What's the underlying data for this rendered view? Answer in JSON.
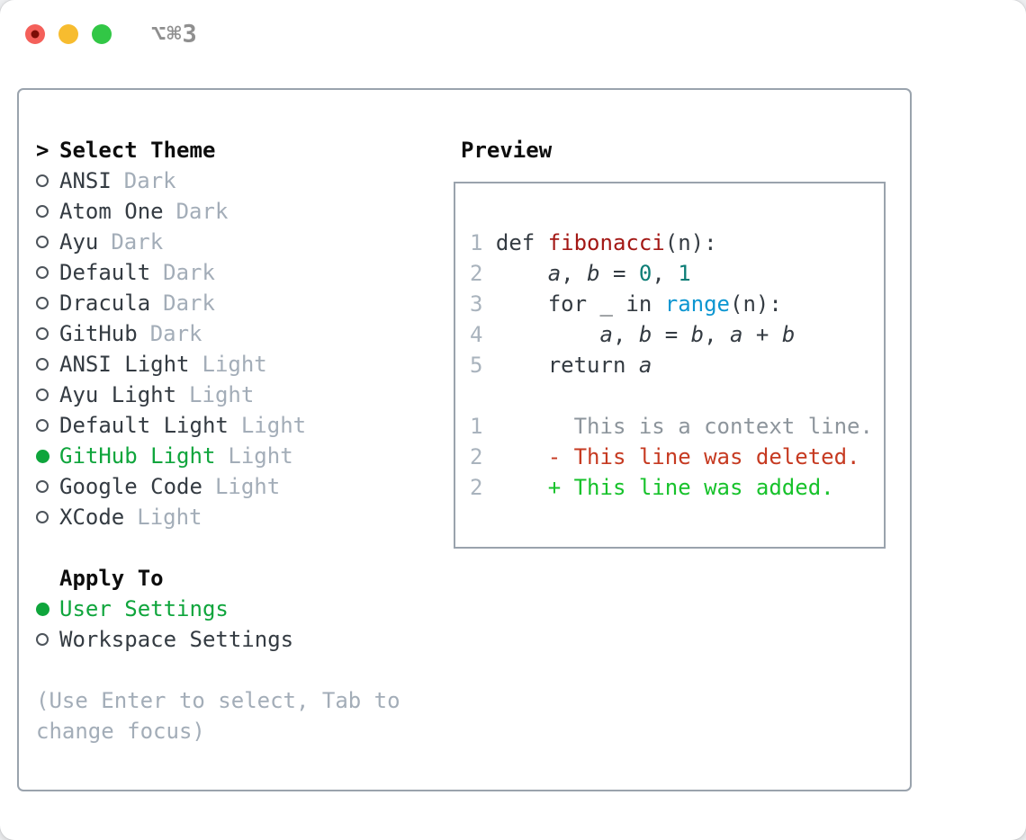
{
  "window": {
    "title": "⌥⌘3"
  },
  "theme_list": {
    "cursor_glyph": ">",
    "header": "Select Theme",
    "items": [
      {
        "name": "ANSI",
        "tag": "Dark",
        "selected": false
      },
      {
        "name": "Atom One",
        "tag": "Dark",
        "selected": false
      },
      {
        "name": "Ayu",
        "tag": "Dark",
        "selected": false
      },
      {
        "name": "Default",
        "tag": "Dark",
        "selected": false
      },
      {
        "name": "Dracula",
        "tag": "Dark",
        "selected": false
      },
      {
        "name": "GitHub",
        "tag": "Dark",
        "selected": false
      },
      {
        "name": "ANSI Light",
        "tag": "Light",
        "selected": false
      },
      {
        "name": "Ayu Light",
        "tag": "Light",
        "selected": false
      },
      {
        "name": "Default Light",
        "tag": "Light",
        "selected": false
      },
      {
        "name": "GitHub Light",
        "tag": "Light",
        "selected": true
      },
      {
        "name": "Google Code",
        "tag": "Light",
        "selected": false
      },
      {
        "name": "XCode",
        "tag": "Light",
        "selected": false
      }
    ]
  },
  "apply_to": {
    "header": "Apply To",
    "options": [
      {
        "name": "User Settings",
        "selected": true
      },
      {
        "name": "Workspace Settings",
        "selected": false
      }
    ]
  },
  "help_text": "(Use Enter to select, Tab to change focus)",
  "preview": {
    "header": "Preview",
    "lines": [
      {
        "num": "1",
        "tokens": [
          {
            "t": "def ",
            "s": "plain"
          },
          {
            "t": "fibonacci",
            "s": "func"
          },
          {
            "t": "(n):",
            "s": "plain"
          }
        ]
      },
      {
        "num": "2",
        "tokens": [
          {
            "t": "    ",
            "s": "plain"
          },
          {
            "t": "a",
            "s": "var"
          },
          {
            "t": ", ",
            "s": "plain"
          },
          {
            "t": "b",
            "s": "var"
          },
          {
            "t": " = ",
            "s": "plain"
          },
          {
            "t": "0",
            "s": "num"
          },
          {
            "t": ", ",
            "s": "plain"
          },
          {
            "t": "1",
            "s": "num"
          }
        ]
      },
      {
        "num": "3",
        "tokens": [
          {
            "t": "    for _ in ",
            "s": "plain"
          },
          {
            "t": "range",
            "s": "builtin"
          },
          {
            "t": "(n):",
            "s": "plain"
          }
        ]
      },
      {
        "num": "4",
        "tokens": [
          {
            "t": "        ",
            "s": "plain"
          },
          {
            "t": "a",
            "s": "var"
          },
          {
            "t": ", ",
            "s": "plain"
          },
          {
            "t": "b",
            "s": "var"
          },
          {
            "t": " = ",
            "s": "plain"
          },
          {
            "t": "b",
            "s": "var"
          },
          {
            "t": ", ",
            "s": "plain"
          },
          {
            "t": "a",
            "s": "var"
          },
          {
            "t": " + ",
            "s": "plain"
          },
          {
            "t": "b",
            "s": "var"
          }
        ]
      },
      {
        "num": "5",
        "tokens": [
          {
            "t": "    return ",
            "s": "plain"
          },
          {
            "t": "a",
            "s": "var"
          }
        ]
      },
      {
        "num": "",
        "tokens": []
      },
      {
        "num": "1",
        "tokens": [
          {
            "t": "      This is a context line.",
            "s": "context"
          }
        ]
      },
      {
        "num": "2",
        "tokens": [
          {
            "t": "    ",
            "s": "plain"
          },
          {
            "t": "- This line was deleted.",
            "s": "deleted"
          }
        ]
      },
      {
        "num": "2",
        "tokens": [
          {
            "t": "    ",
            "s": "plain"
          },
          {
            "t": "+ This line was added.",
            "s": "added"
          }
        ]
      }
    ]
  },
  "colors": {
    "selected-green": "#0fa53c",
    "added-green": "#17c22b",
    "deleted-red": "#c63a21",
    "func-red": "#a31815",
    "number-teal": "#0d7d76",
    "builtin-blue": "#0c96d1",
    "text-dark": "#343b42",
    "heading-black": "#0d0d0d",
    "muted-gray": "#a3adb8",
    "context-gray": "#8d959c",
    "line-num-gray": "#a9b3bd",
    "panel-border": "#9aa3ad",
    "titlebar-gray": "#8f8f8f",
    "traffic-red": "#f4605a",
    "traffic-red-dot": "#7c0d06",
    "traffic-yellow": "#f7bc2f",
    "traffic-green": "#32c746"
  }
}
